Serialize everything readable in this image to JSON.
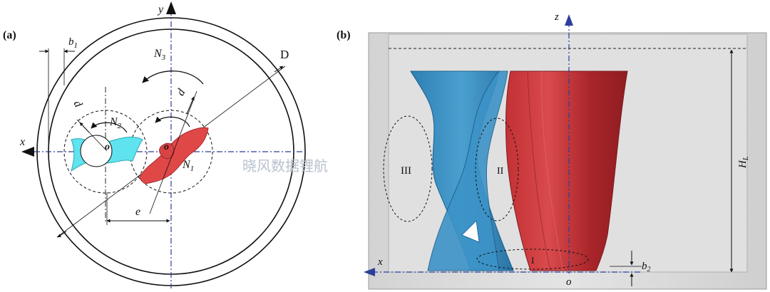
{
  "panel_a": {
    "panel_label": "(a)",
    "labels": {
      "y": "y",
      "x": "x",
      "D": "D",
      "b1": "b",
      "b1_sub": "1",
      "N3": "N",
      "N3_sub": "3",
      "N2": "N",
      "N2_sub": "2",
      "N1": "N",
      "N1_sub": "1",
      "d_left": "d",
      "d_right": "d",
      "o_left": "o",
      "o_right": "o",
      "e": "e"
    }
  },
  "panel_b": {
    "panel_label": "(b)",
    "labels": {
      "z": "z",
      "x": "x",
      "o": "o",
      "HL": "H",
      "HL_sub": "L",
      "b2": "b",
      "b2_sub": "2",
      "region_I": "I",
      "region_II": "II",
      "region_III": "III"
    }
  },
  "watermark": "晓风数据锂航",
  "colors": {
    "red_impeller": "#d63a3a",
    "cyan_impeller": "#5fe3ee",
    "blue_blade": "#3a8fc1",
    "dark_red_blade": "#b52b2e",
    "axis_blue": "#2c3e9a"
  }
}
